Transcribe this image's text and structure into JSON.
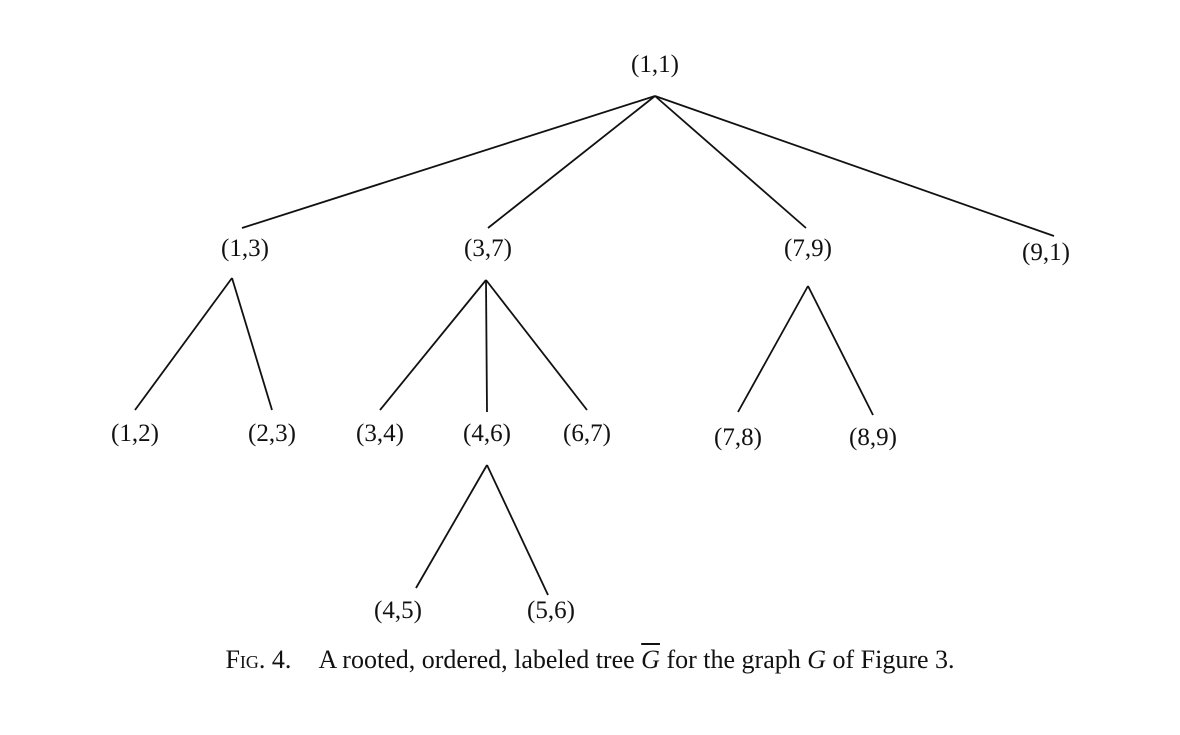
{
  "nodes": [
    {
      "id": "root",
      "label": "(1,1)"
    },
    {
      "id": "n13",
      "label": "(1,3)"
    },
    {
      "id": "n37",
      "label": "(3,7)"
    },
    {
      "id": "n79",
      "label": "(7,9)"
    },
    {
      "id": "n91",
      "label": "(9,1)"
    },
    {
      "id": "n12",
      "label": "(1,2)"
    },
    {
      "id": "n23",
      "label": "(2,3)"
    },
    {
      "id": "n34",
      "label": "(3,4)"
    },
    {
      "id": "n46",
      "label": "(4,6)"
    },
    {
      "id": "n67",
      "label": "(6,7)"
    },
    {
      "id": "n78",
      "label": "(7,8)"
    },
    {
      "id": "n89",
      "label": "(8,9)"
    },
    {
      "id": "n45",
      "label": "(4,5)"
    },
    {
      "id": "n56",
      "label": "(5,6)"
    }
  ],
  "edges": [
    [
      "root",
      "n13"
    ],
    [
      "root",
      "n37"
    ],
    [
      "root",
      "n79"
    ],
    [
      "root",
      "n91"
    ],
    [
      "n13",
      "n12"
    ],
    [
      "n13",
      "n23"
    ],
    [
      "n37",
      "n34"
    ],
    [
      "n37",
      "n46"
    ],
    [
      "n37",
      "n67"
    ],
    [
      "n79",
      "n78"
    ],
    [
      "n79",
      "n89"
    ],
    [
      "n46",
      "n45"
    ],
    [
      "n46",
      "n56"
    ]
  ],
  "caption": {
    "fig_label": "Fig. 4.",
    "text_1": "A rooted, ordered, labeled tree",
    "tree_symbol": "G",
    "text_2": "for the graph",
    "graph_symbol": "G",
    "text_3": "of Figure 3."
  }
}
